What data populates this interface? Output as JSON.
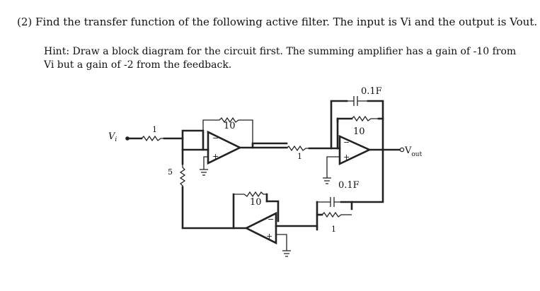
{
  "question": "(2) Find the transfer function of the following active filter. The input is Vi and the output is Vout.",
  "hint_line1": "Hint:  Draw a block diagram for the circuit first.   The summing amplifier has a gain of -10 from",
  "hint_line2": "Vi but a gain of -2 from the feedback.",
  "circuit": {
    "vi_label": "V",
    "vi_sub": "i",
    "vout_label": "V",
    "vout_sub": "out",
    "r_input": "1",
    "r_feedback_summing": "10",
    "r_shunt": "5",
    "r_mid": "1",
    "r_integrator_feedback": "10",
    "c_integrator_feedback": "0.1F",
    "r_inverter_feedback": "10",
    "c_lower_feedback": "0.1F",
    "r_lower_feedback": "1",
    "plus": "+",
    "minus": "−"
  }
}
